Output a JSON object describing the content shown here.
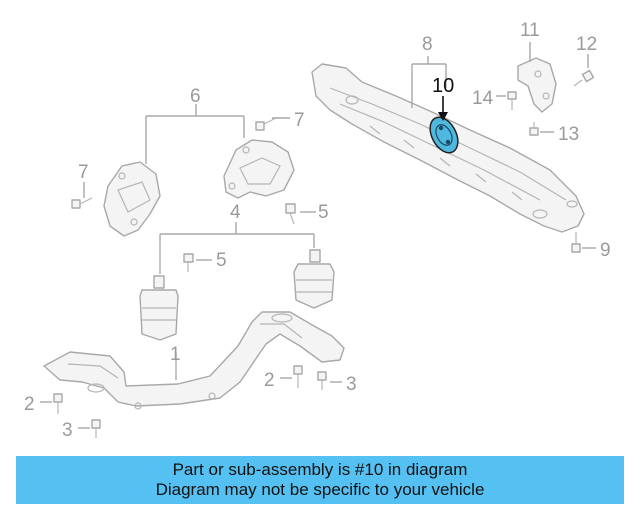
{
  "diagram": {
    "callouts": {
      "c1": "1",
      "c2a": "2",
      "c2b": "2",
      "c3a": "3",
      "c3b": "3",
      "c4": "4",
      "c5a": "5",
      "c5b": "5",
      "c6": "6",
      "c7a": "7",
      "c7b": "7",
      "c8": "8",
      "c9": "9",
      "c10": "10",
      "c11": "11",
      "c12": "12",
      "c13": "13",
      "c14": "14"
    },
    "highlighted_part": "10"
  },
  "colors": {
    "banner_bg": "#55c1f2",
    "highlight_fill": "#4fb8df",
    "line_gray": "#a8a8a8",
    "callout_gray": "#9a9a9a"
  },
  "banner": {
    "line1": "Part or sub-assembly is #10 in diagram",
    "line2": "Diagram may not be specific to your vehicle"
  }
}
